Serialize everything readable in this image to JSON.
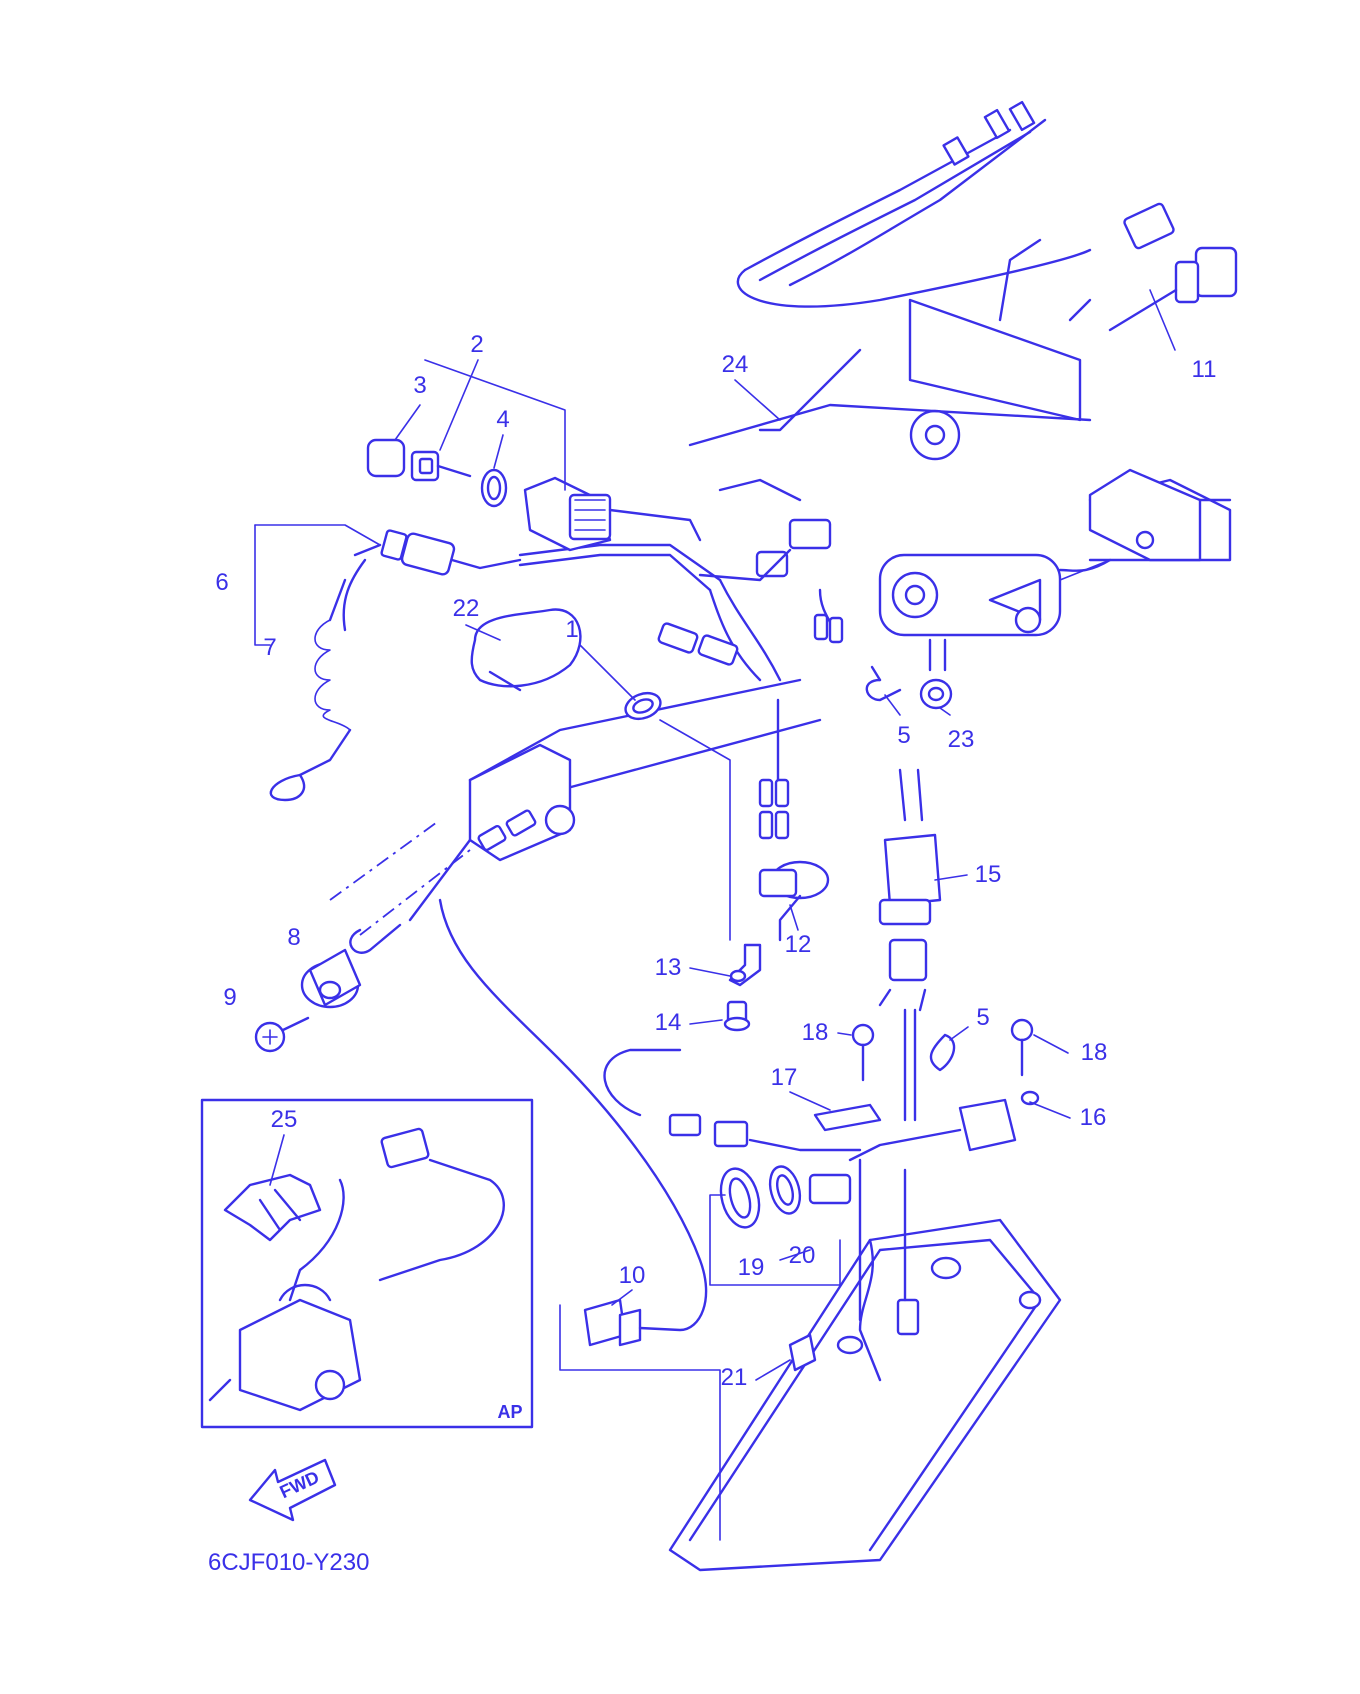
{
  "diagram": {
    "code": "6CJF010-Y230",
    "inset_tag": "AP",
    "direction_tag": "FWD",
    "accent_color": "#3a30e8",
    "callouts": [
      "1",
      "2",
      "3",
      "4",
      "5",
      "5",
      "6",
      "7",
      "8",
      "9",
      "10",
      "11",
      "12",
      "13",
      "14",
      "15",
      "16",
      "17",
      "18",
      "18",
      "19",
      "20",
      "21",
      "22",
      "23",
      "24",
      "25"
    ]
  }
}
